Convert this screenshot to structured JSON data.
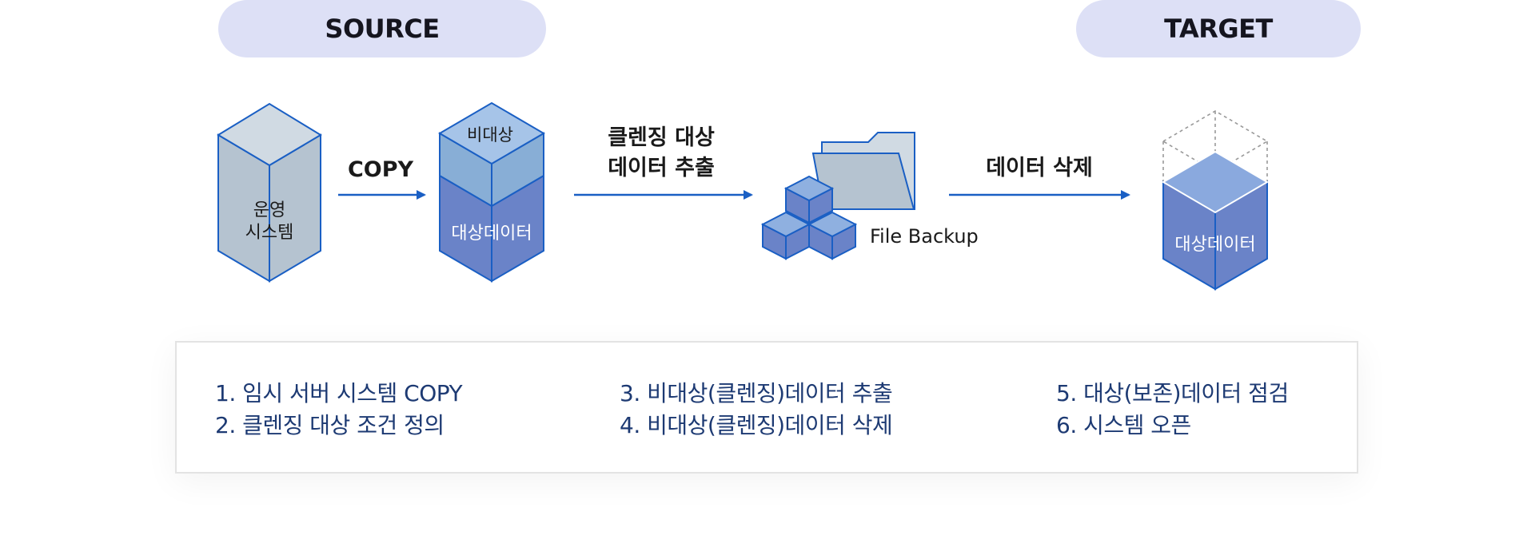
{
  "source_label": "SOURCE",
  "target_label": "TARGET",
  "colors": {
    "arrow": "#1a5fc4",
    "cube_gray": "#b5c3d0",
    "cube_blue": "#6a83c8",
    "cube_light_blue": "#9fbde3",
    "pill_bg": "#dde0f6",
    "step_text": "#1d3a73"
  },
  "diagram": {
    "operating_system_line1": "운영",
    "operating_system_line2": "시스템",
    "copy_label": "COPY",
    "non_target_label": "비대상",
    "target_data_label": "대상데이터",
    "extract_label_line1": "클렌징 대상",
    "extract_label_line2": "데이터 추출",
    "file_backup_label": "File Backup",
    "delete_label": "데이터 삭제",
    "final_target_data_label": "대상데이터"
  },
  "steps": [
    [
      "1. 임시 서버 시스템 COPY",
      "2. 클렌징 대상 조건 정의"
    ],
    [
      "3. 비대상(클렌징)데이터 추출",
      "4. 비대상(클렌징)데이터 삭제"
    ],
    [
      "5. 대상(보존)데이터 점검",
      "6. 시스템 오픈"
    ]
  ]
}
